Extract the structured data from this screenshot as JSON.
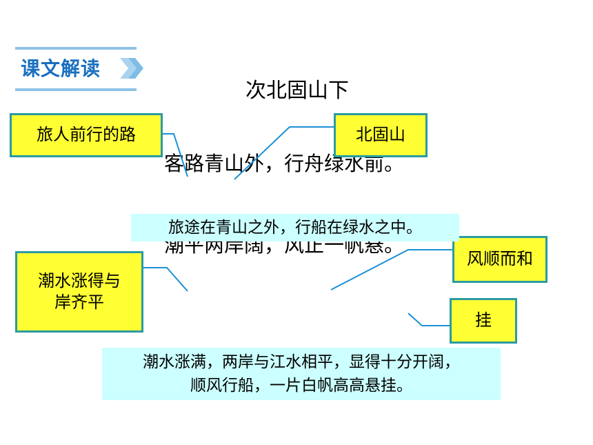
{
  "header": {
    "label": "课文解读"
  },
  "title": "次北固山下",
  "poem": {
    "line1": "客路青山外，行舟绿水前。",
    "line2": "潮平两岸阔，风正一帆悬。"
  },
  "annotations": {
    "traveler_road": "旅人前行的路",
    "beigushan": "北固山",
    "tide_level_1": "潮水涨得与",
    "tide_level_2": "岸齐平",
    "wind": "风顺而和",
    "hang": "挂"
  },
  "translations": {
    "t1": "旅途在青山之外，行船在绿水之中。",
    "t2_line1": "潮水涨满，两岸与江水相平，显得十分开阔，",
    "t2_line2": "顺风行船，一片白帆高高悬挂。"
  },
  "colors": {
    "header_blue": "#1a6fc0",
    "note_yellow": "#ffff33",
    "note_border": "#2a9aa4",
    "translation_bg": "#ccffff",
    "line_blue": "#1a8fd6"
  }
}
